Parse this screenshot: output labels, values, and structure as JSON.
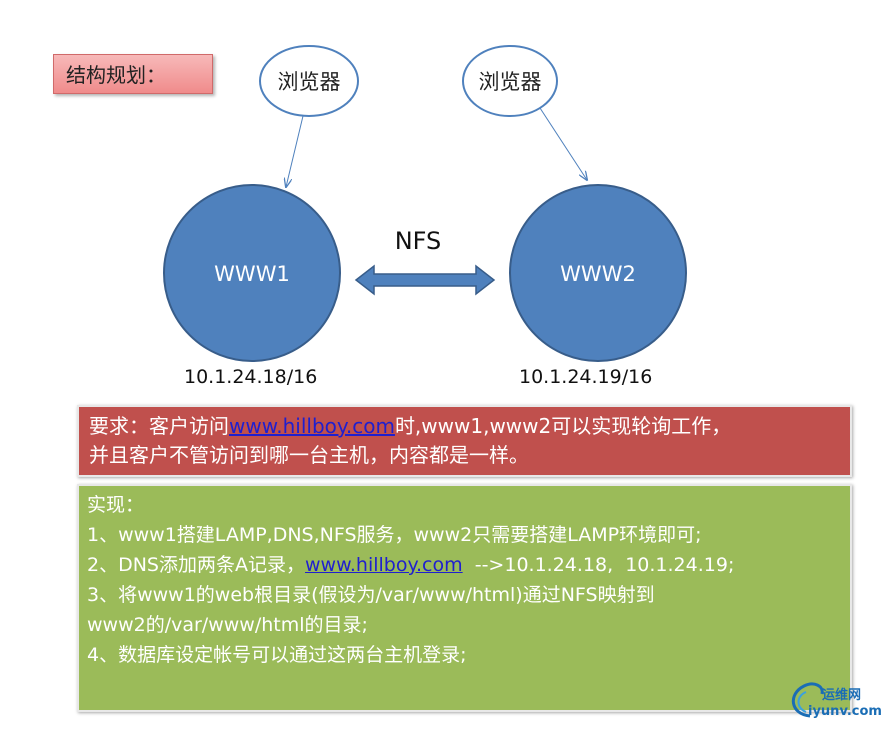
{
  "title": "结构规划：",
  "browser1": "浏览器",
  "browser2": "浏览器",
  "server1": "WWW1",
  "server2": "WWW2",
  "nfs": "NFS",
  "ip1": "10.1.24.18/16",
  "ip2": "10.1.24.19/16",
  "requirement": {
    "line1_pre": "要求：客户访问",
    "link": "www.hillboy.com",
    "line1_post": "时,www1,www2可以实现轮询工作，",
    "line2": "并且客户不管访问到哪一台主机，内容都是一样。"
  },
  "implementation": {
    "heading": "实现：",
    "item1": "1、www1搭建LAMP,DNS,NFS服务，www2只需要搭建LAMP环境即可;",
    "item2_pre": "2、DNS添加两条A记录，",
    "item2_link": "www.hillboy.com",
    "item2_post": "  -->10.1.24.18,  10.1.24.19;",
    "item3a": "3、将www1的web根目录(假设为/var/www/html)通过NFS映射到",
    "item3b": "www2的/var/www/html的目录;",
    "item4": "4、数据库设定帐号可以通过这两台主机登录;"
  },
  "logo": {
    "name": "运维网",
    "url": "iyunv.com"
  },
  "colors": {
    "circle": "#4f81bd",
    "arrow": "#4f81bd",
    "red_box": "#c0504d",
    "green_box": "#9bbb59"
  }
}
